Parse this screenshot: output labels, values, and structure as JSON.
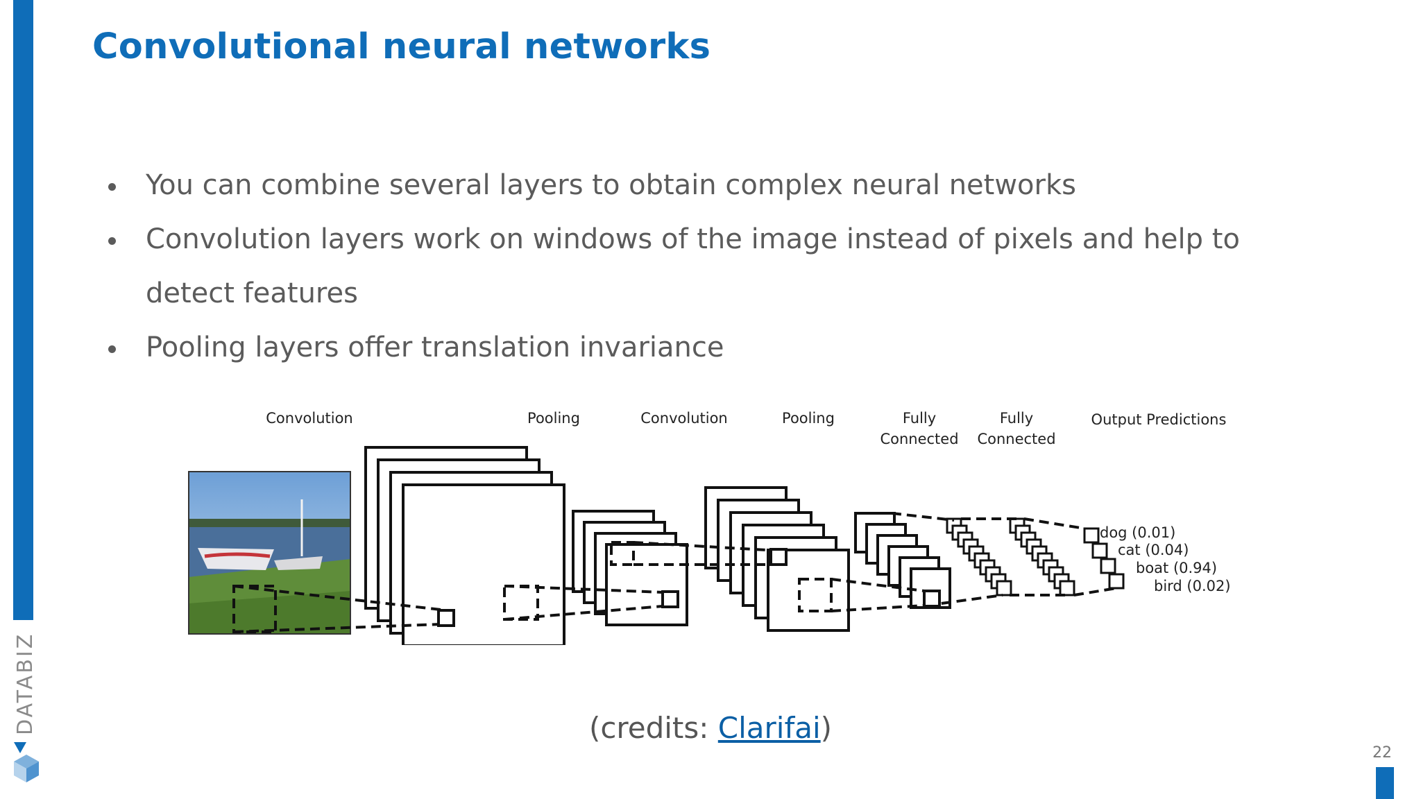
{
  "slide": {
    "title": "Convolutional neural networks",
    "bullets": [
      "You can combine several layers to obtain complex neural networks",
      "Convolution layers work on windows of the image instead of pixels and help to detect features",
      "Pooling layers offer translation invariance"
    ],
    "credits_prefix": "(credits: ",
    "credits_link": "Clarifai",
    "credits_suffix": ")",
    "page_number": "22",
    "brand_name": "DATABIZ"
  },
  "diagram": {
    "stages": {
      "conv1": "Convolution",
      "pool1": "Pooling",
      "conv2": "Convolution",
      "pool2": "Pooling",
      "fc1_line1": "Fully",
      "fc1_line2": "Connected",
      "fc2_line1": "Fully",
      "fc2_line2": "Connected",
      "output": "Output Predictions"
    },
    "predictions": [
      "dog (0.01)",
      "cat (0.04)",
      "boat (0.94)",
      "bird (0.02)"
    ]
  },
  "colors": {
    "brand_blue": "#0f6db8",
    "text_gray": "#5b5b5b",
    "link_blue": "#0b5fa5"
  }
}
